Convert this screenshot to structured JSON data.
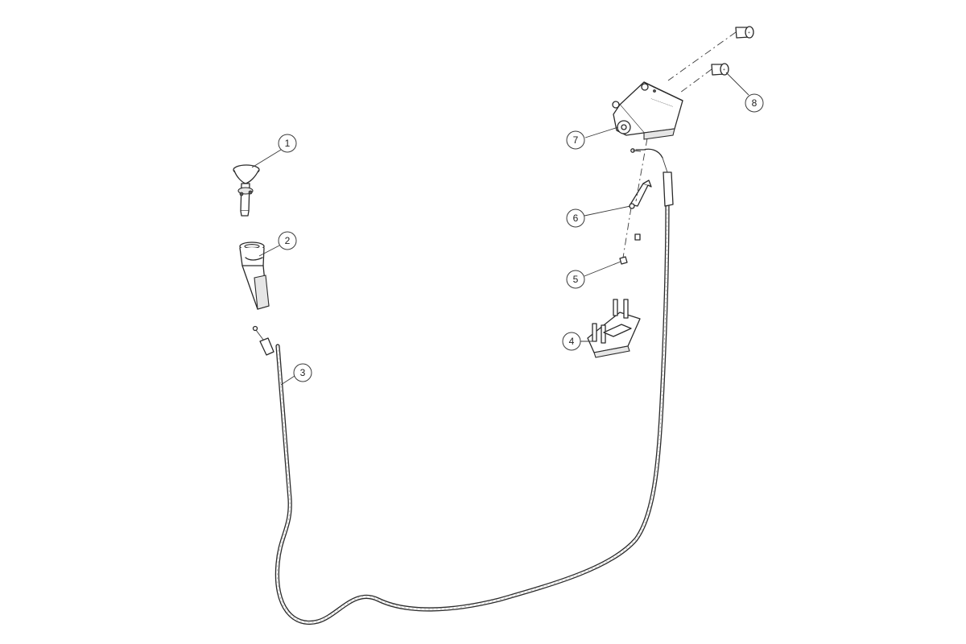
{
  "callouts": [
    {
      "id": "1",
      "label": "1"
    },
    {
      "id": "2",
      "label": "2"
    },
    {
      "id": "3",
      "label": "3"
    },
    {
      "id": "4",
      "label": "4"
    },
    {
      "id": "5",
      "label": "5"
    },
    {
      "id": "6",
      "label": "6"
    },
    {
      "id": "7",
      "label": "7"
    },
    {
      "id": "8",
      "label": "8"
    }
  ],
  "colors": {
    "line": "#2a2a2a",
    "background": "#ffffff"
  }
}
